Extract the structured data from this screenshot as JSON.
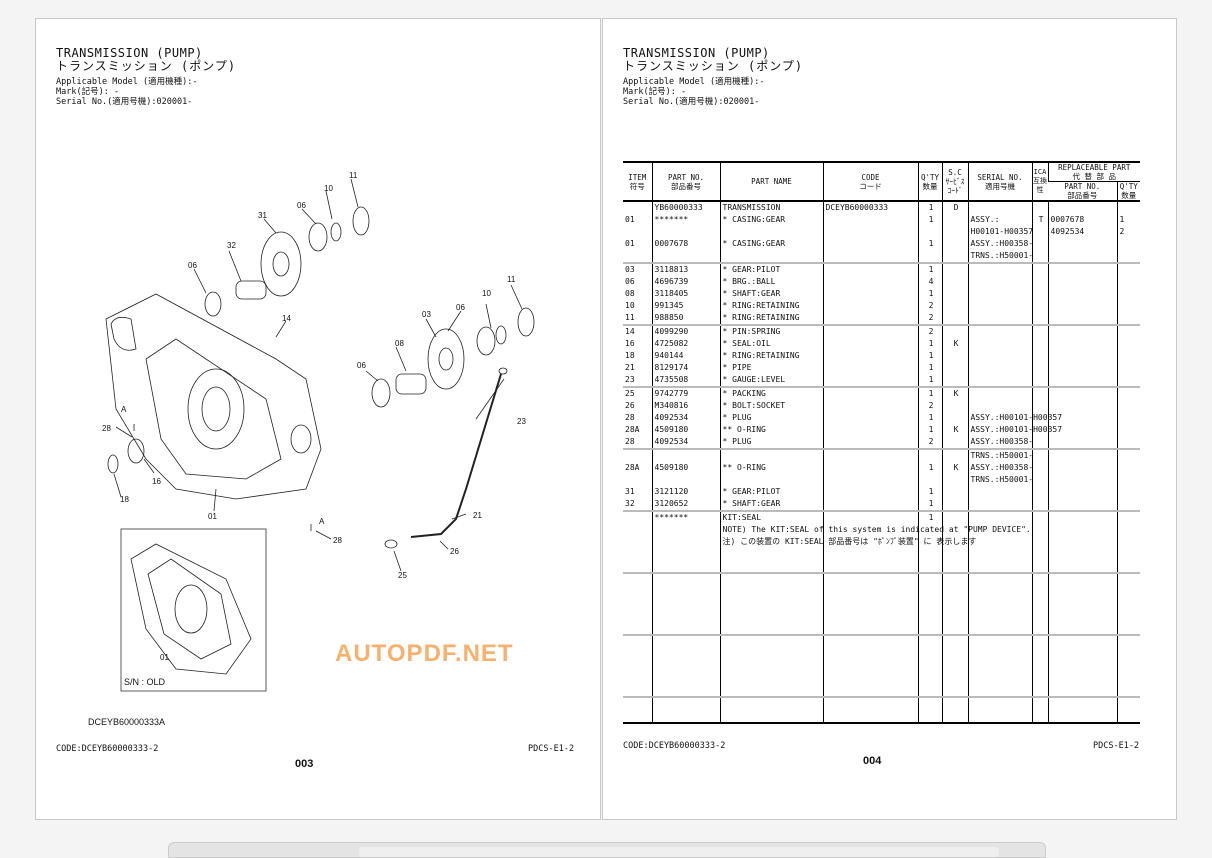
{
  "header": {
    "title_en": "TRANSMISSION (PUMP)",
    "title_jp": "トランスミッション (ポンプ)",
    "applicable_model": "Applicable Model (適用機種):-",
    "mark": "Mark(記号): -",
    "serial": "Serial No.(適用号機):020001-"
  },
  "left_page": {
    "diagram_code": "DCEYB60000333A",
    "inset_label": "S/N : OLD",
    "callouts": [
      "11",
      "10",
      "06",
      "31",
      "32",
      "06",
      "14",
      "11",
      "10",
      "06",
      "03",
      "06",
      "08",
      "23",
      "28",
      "A",
      "16",
      "18",
      "01",
      "A",
      "28",
      "21",
      "26",
      "25",
      "01"
    ],
    "footer_code": "CODE:DCEYB60000333-2",
    "footer_ref": "PDCS-E1-2",
    "page_number": "003"
  },
  "right_page": {
    "footer_code": "CODE:DCEYB60000333-2",
    "footer_ref": "PDCS-E1-2",
    "page_number": "004",
    "table_headers": {
      "item": "ITEM",
      "item_jp": "符号",
      "part_no": "PART NO.",
      "part_no_jp": "部品番号",
      "part_name": "PART NAME",
      "code": "CODE",
      "code_jp": "コード",
      "qty": "Q'TY",
      "qty_jp": "数量",
      "sc": "S.C",
      "sc_jp1": "ｻｰﾋﾞｽ",
      "sc_jp2": "ｺｰﾄﾞ",
      "serial": "SERIAL NO.",
      "serial_jp": "適用号機",
      "ica": "ICA",
      "ica_jp": "互換性",
      "replaceable": "REPLACEABLE PART",
      "replaceable_jp": "代 替 部 品",
      "rep_part_no": "PART NO.",
      "rep_part_no_jp": "部品番号",
      "rep_qty": "Q'TY",
      "rep_qty_jp": "数量"
    },
    "rows": [
      [
        "",
        "YB60000333",
        "TRANSMISSION",
        "DCEYB60000333",
        "1",
        "D",
        "",
        "",
        "",
        ""
      ],
      [
        "01",
        "*******",
        "* CASING:GEAR",
        "",
        "1",
        "",
        "ASSY.:",
        "T",
        "0007678",
        "1"
      ],
      [
        "",
        "",
        "",
        "",
        "",
        "",
        "H00101-H00357",
        "",
        "4092534",
        "2"
      ],
      [
        "01",
        "0007678",
        "* CASING:GEAR",
        "",
        "1",
        "",
        "ASSY.:H00358-",
        "",
        "",
        ""
      ],
      [
        "",
        "",
        "",
        "",
        "",
        "",
        "TRNS.:H50001-",
        "",
        "",
        ""
      ],
      [
        "03",
        "3118813",
        "* GEAR:PILOT",
        "",
        "1",
        "",
        "",
        "",
        "",
        ""
      ],
      [
        "06",
        "4696739",
        "* BRG.:BALL",
        "",
        "4",
        "",
        "",
        "",
        "",
        ""
      ],
      [
        "08",
        "3118405",
        "* SHAFT:GEAR",
        "",
        "1",
        "",
        "",
        "",
        "",
        ""
      ],
      [
        "10",
        "991345",
        "* RING:RETAINING",
        "",
        "2",
        "",
        "",
        "",
        "",
        ""
      ],
      [
        "11",
        "988850",
        "* RING:RETAINING",
        "",
        "2",
        "",
        "",
        "",
        "",
        ""
      ],
      [
        "14",
        "4099290",
        "* PIN:SPRING",
        "",
        "2",
        "",
        "",
        "",
        "",
        ""
      ],
      [
        "16",
        "4725082",
        "* SEAL:OIL",
        "",
        "1",
        "K",
        "",
        "",
        "",
        ""
      ],
      [
        "18",
        "940144",
        "* RING:RETAINING",
        "",
        "1",
        "",
        "",
        "",
        "",
        ""
      ],
      [
        "21",
        "8129174",
        "* PIPE",
        "",
        "1",
        "",
        "",
        "",
        "",
        ""
      ],
      [
        "23",
        "4735508",
        "* GAUGE:LEVEL",
        "",
        "1",
        "",
        "",
        "",
        "",
        ""
      ],
      [
        "25",
        "9742779",
        "* PACKING",
        "",
        "1",
        "K",
        "",
        "",
        "",
        ""
      ],
      [
        "26",
        "M340816",
        "* BOLT:SOCKET",
        "",
        "2",
        "",
        "",
        "",
        "",
        ""
      ],
      [
        "28",
        "4092534",
        "* PLUG",
        "",
        "1",
        "",
        "ASSY.:H00101-H00357",
        "",
        "",
        ""
      ],
      [
        "28A",
        "4509180",
        "** O-RING",
        "",
        "1",
        "K",
        "ASSY.:H00101-H00357",
        "",
        "",
        ""
      ],
      [
        "28",
        "4092534",
        "* PLUG",
        "",
        "2",
        "",
        "ASSY.:H00358-",
        "",
        "",
        ""
      ],
      [
        "",
        "",
        "",
        "",
        "",
        "",
        "TRNS.:H50001-",
        "",
        "",
        ""
      ],
      [
        "28A",
        "4509180",
        "** O-RING",
        "",
        "1",
        "K",
        "ASSY.:H00358-",
        "",
        "",
        ""
      ],
      [
        "",
        "",
        "",
        "",
        "",
        "",
        "TRNS.:H50001-",
        "",
        "",
        ""
      ],
      [
        "31",
        "3121120",
        "* GEAR:PILOT",
        "",
        "1",
        "",
        "",
        "",
        "",
        ""
      ],
      [
        "32",
        "3120652",
        "* SHAFT:GEAR",
        "",
        "1",
        "",
        "",
        "",
        "",
        ""
      ],
      [
        "",
        "*******",
        "KIT:SEAL",
        "",
        "1",
        "",
        "",
        "",
        "",
        ""
      ],
      [
        "",
        "",
        "NOTE) The KIT:SEAL of this system is indicated at \"PUMP DEVICE\".",
        "",
        "",
        "",
        "",
        "",
        "",
        ""
      ],
      [
        "",
        "",
        "注) この装置の KIT:SEAL 部品番号は \"ﾎﾟﾝﾌﾟ装置\" に 表示します",
        "",
        "",
        "",
        "",
        "",
        "",
        ""
      ]
    ]
  },
  "watermark": "AUTOPDF.NET"
}
